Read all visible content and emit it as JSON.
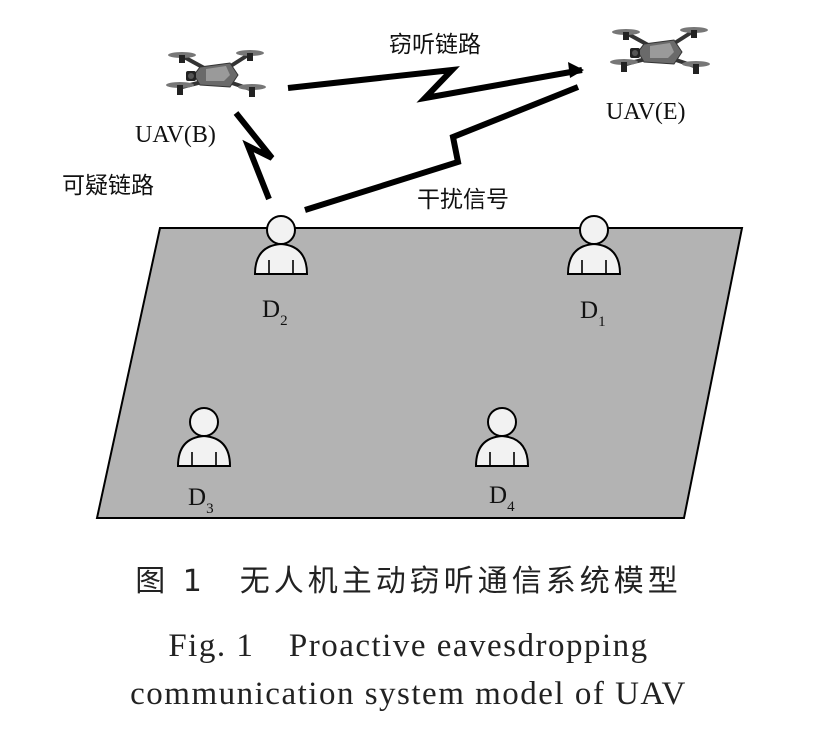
{
  "nodes": {
    "uav_b": "UAV(B)",
    "uav_e": "UAV(E)",
    "d1": {
      "main": "D",
      "sub": "1"
    },
    "d2": {
      "main": "D",
      "sub": "2"
    },
    "d3": {
      "main": "D",
      "sub": "3"
    },
    "d4": {
      "main": "D",
      "sub": "4"
    }
  },
  "links": {
    "eavesdrop": "窃听链路",
    "suspicious": "可疑链路",
    "jamming": "干扰信号"
  },
  "caption": {
    "cn": "图 1　无人机主动窃听通信系统模型",
    "en_line1": "Fig. 1　Proactive eavesdropping",
    "en_line2": "communication system model of UAV"
  },
  "colors": {
    "ground": "#b3b3b3",
    "person_fill": "#f2f2f2",
    "line": "#000000"
  }
}
